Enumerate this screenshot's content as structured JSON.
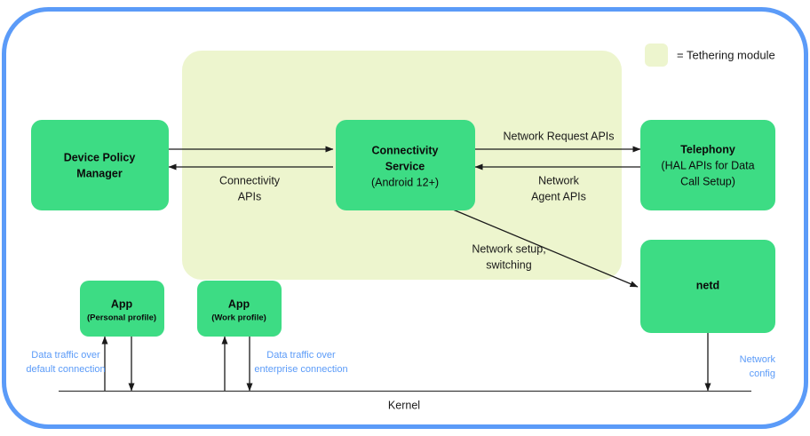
{
  "colors": {
    "outer_border": "#5b9bf8",
    "node_fill": "#3ddc84",
    "region_fill": "#edf5ce",
    "arrow": "#1a1a1a",
    "blue_text": "#5b9bf8",
    "background": "#ffffff"
  },
  "legend": {
    "swatch_color": "#edf5ce",
    "text": "= Tethering module"
  },
  "nodes": {
    "device_policy_manager": {
      "title": "Device Policy",
      "title2": "Manager"
    },
    "connectivity_service": {
      "title": "Connectivity",
      "title2": "Service",
      "subtitle": "(Android 12+)"
    },
    "telephony": {
      "title": "Telephony",
      "subtitle1": "(HAL APIs for Data",
      "subtitle2": "Call Setup)"
    },
    "netd": {
      "title": "netd"
    },
    "app_personal": {
      "title": "App",
      "subtitle": "(Personal profile)"
    },
    "app_work": {
      "title": "App",
      "subtitle": "(Work profile)"
    }
  },
  "edges": {
    "network_request_apis": "Network Request APIs",
    "network_agent_apis_l1": "Network",
    "network_agent_apis_l2": "Agent APIs",
    "connectivity_apis_l1": "Connectivity",
    "connectivity_apis_l2": "APIs",
    "network_setup_l1": "Network setup,",
    "network_setup_l2": "switching"
  },
  "blue_labels": {
    "default_traffic_l1": "Data traffic over",
    "default_traffic_l2": "default connection",
    "enterprise_traffic_l1": "Data traffic over",
    "enterprise_traffic_l2": "enterprise connection",
    "network_config_l1": "Network",
    "network_config_l2": "config"
  },
  "kernel": {
    "label": "Kernel"
  }
}
